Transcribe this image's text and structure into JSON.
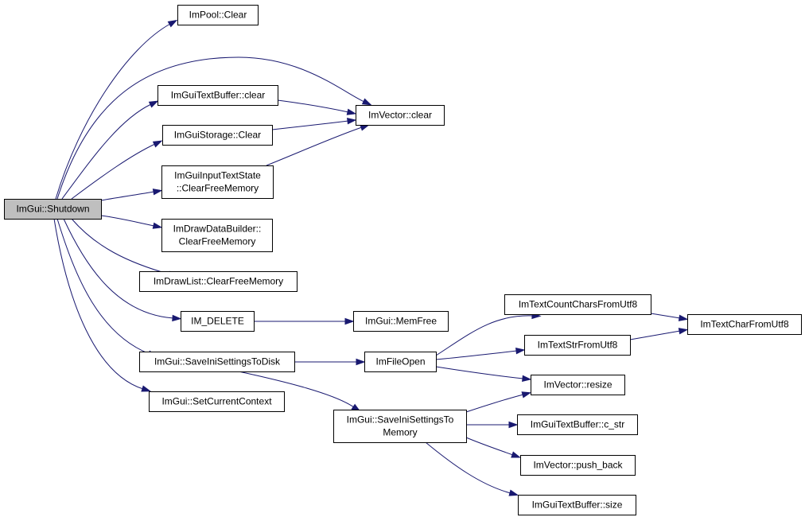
{
  "colors": {
    "edge": "#191970",
    "node_fill": "#ffffff",
    "root_fill": "#bfbfbf",
    "border": "#000000"
  },
  "nodes": [
    {
      "id": "shutdown",
      "lines": [
        "ImGui::Shutdown"
      ]
    },
    {
      "id": "impool_clear",
      "lines": [
        "ImPool::Clear"
      ]
    },
    {
      "id": "textbuffer_clear",
      "lines": [
        "ImGuiTextBuffer::clear"
      ]
    },
    {
      "id": "imvector_clear",
      "lines": [
        "ImVector::clear"
      ]
    },
    {
      "id": "storage_clear",
      "lines": [
        "ImGuiStorage::Clear"
      ]
    },
    {
      "id": "inputtextstate_cfm",
      "lines": [
        "ImGuiInputTextState",
        "::ClearFreeMemory"
      ]
    },
    {
      "id": "drawdatabuilder_cfm",
      "lines": [
        "ImDrawDataBuilder::",
        "ClearFreeMemory"
      ]
    },
    {
      "id": "drawlist_cfm",
      "lines": [
        "ImDrawList::ClearFreeMemory"
      ]
    },
    {
      "id": "im_delete",
      "lines": [
        "IM_DELETE"
      ]
    },
    {
      "id": "memfree",
      "lines": [
        "ImGui::MemFree"
      ]
    },
    {
      "id": "saveini_disk",
      "lines": [
        "ImGui::SaveIniSettingsToDisk"
      ]
    },
    {
      "id": "imfileopen",
      "lines": [
        "ImFileOpen"
      ]
    },
    {
      "id": "setcurrentcontext",
      "lines": [
        "ImGui::SetCurrentContext"
      ]
    },
    {
      "id": "saveini_memory",
      "lines": [
        "ImGui::SaveIniSettingsTo",
        "Memory"
      ]
    },
    {
      "id": "textcountchars",
      "lines": [
        "ImTextCountCharsFromUtf8"
      ]
    },
    {
      "id": "textcharfromutf8",
      "lines": [
        "ImTextCharFromUtf8"
      ]
    },
    {
      "id": "textstrfromutf8",
      "lines": [
        "ImTextStrFromUtf8"
      ]
    },
    {
      "id": "imvector_resize",
      "lines": [
        "ImVector::resize"
      ]
    },
    {
      "id": "textbuffer_cstr",
      "lines": [
        "ImGuiTextBuffer::c_str"
      ]
    },
    {
      "id": "imvector_pushback",
      "lines": [
        "ImVector::push_back"
      ]
    },
    {
      "id": "textbuffer_size",
      "lines": [
        "ImGuiTextBuffer::size"
      ]
    }
  ],
  "edges": [
    {
      "from": "shutdown",
      "to": "impool_clear"
    },
    {
      "from": "shutdown",
      "to": "imvector_clear"
    },
    {
      "from": "shutdown",
      "to": "textbuffer_clear"
    },
    {
      "from": "shutdown",
      "to": "storage_clear"
    },
    {
      "from": "shutdown",
      "to": "inputtextstate_cfm"
    },
    {
      "from": "shutdown",
      "to": "drawdatabuilder_cfm"
    },
    {
      "from": "shutdown",
      "to": "drawlist_cfm"
    },
    {
      "from": "shutdown",
      "to": "im_delete"
    },
    {
      "from": "shutdown",
      "to": "saveini_disk"
    },
    {
      "from": "shutdown",
      "to": "setcurrentcontext"
    },
    {
      "from": "textbuffer_clear",
      "to": "imvector_clear"
    },
    {
      "from": "storage_clear",
      "to": "imvector_clear"
    },
    {
      "from": "inputtextstate_cfm",
      "to": "imvector_clear"
    },
    {
      "from": "im_delete",
      "to": "memfree"
    },
    {
      "from": "saveini_disk",
      "to": "imfileopen"
    },
    {
      "from": "saveini_disk",
      "to": "saveini_memory"
    },
    {
      "from": "imfileopen",
      "to": "textcountchars"
    },
    {
      "from": "imfileopen",
      "to": "textstrfromutf8"
    },
    {
      "from": "imfileopen",
      "to": "imvector_resize"
    },
    {
      "from": "textcountchars",
      "to": "textcharfromutf8"
    },
    {
      "from": "textstrfromutf8",
      "to": "textcharfromutf8"
    },
    {
      "from": "saveini_memory",
      "to": "imvector_resize"
    },
    {
      "from": "saveini_memory",
      "to": "textbuffer_cstr"
    },
    {
      "from": "saveini_memory",
      "to": "imvector_pushback"
    },
    {
      "from": "saveini_memory",
      "to": "textbuffer_size"
    }
  ]
}
